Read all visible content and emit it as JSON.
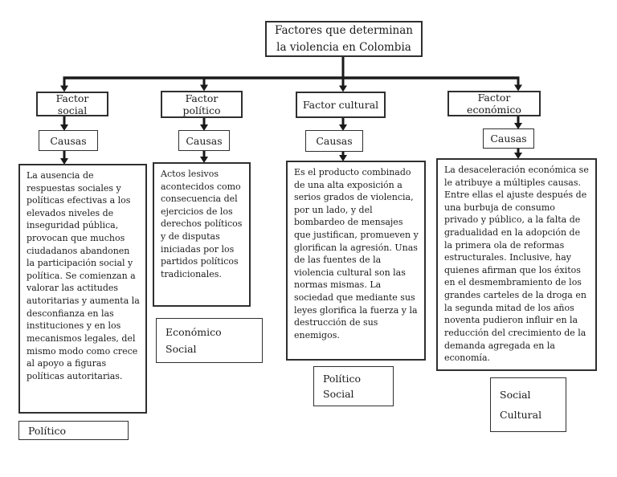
{
  "diagram": {
    "root_title": "Factores que determinan la violencia en Colombia"
  },
  "columns": [
    {
      "factor_label": "Factor social",
      "causes_label": "Causas",
      "description": "La ausencia de respuestas sociales y políticas efectivas a los elevados niveles de inseguridad pública, provocan que muchos ciudadanos abandonen la participación social y política. Se comienzan a valorar las actitudes autoritarias y aumenta la desconfianza en las instituciones y en los mecanismos legales, del mismo modo como crece al apoyo a figuras políticas autoritarias.",
      "tags": [
        "Político"
      ]
    },
    {
      "factor_label": "Factor político",
      "causes_label": "Causas",
      "description": "Actos lesivos acontecidos como consecuencia del ejercicios de los derechos políticos y de disputas iniciadas por los partidos políticos tradicionales.",
      "tags": [
        "Económico",
        "Social"
      ]
    },
    {
      "factor_label": "Factor cultural",
      "causes_label": "Causas",
      "description": "Es el producto combinado de una alta exposición a serios grados de violencia, por un lado, y del bombardeo de mensajes que justifican, promueven y glorifican la agresión. Unas de las fuentes de la violencia cultural son las normas mismas. La sociedad que mediante sus leyes glorifica la fuerza y la destrucción de sus enemigos.",
      "tags": [
        "Político",
        "Social"
      ]
    },
    {
      "factor_label": "Factor económico",
      "causes_label": "Causas",
      "description": "La desaceleración económica se le atribuye a múltiples causas. Entre ellas el ajuste después de una burbuja de consumo privado y público, a la falta de gradualidad en la adopción de la primera ola de reformas estructurales. Inclusive, hay quienes afirman que los éxitos en el desmembramiento de los grandes carteles de la droga en la segunda mitad de los años noventa pudieron influir en la reducción del crecimiento de la demanda agregada en la economía.",
      "tags": [
        "Social",
        "Cultural"
      ]
    }
  ],
  "colors": {
    "line": "#1a1a1a",
    "border": "#2f2f2f",
    "background": "#ffffff",
    "text": "#1b1b1b"
  }
}
